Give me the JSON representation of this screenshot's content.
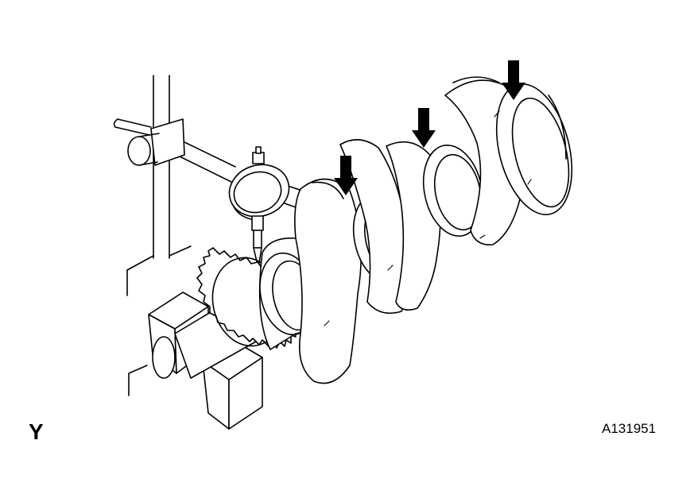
{
  "figure": {
    "view_letter": "Y",
    "figure_code": "A131951",
    "arrow_count": 3,
    "parts": [
      "magnetic-base-stand",
      "dial-indicator",
      "crankshaft",
      "timing-gear",
      "v-block"
    ]
  }
}
